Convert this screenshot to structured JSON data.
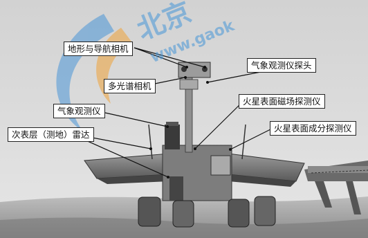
{
  "watermark": {
    "brand_text": "北京",
    "url_text": "www.gaok",
    "color": "#4a96d7"
  },
  "labels": {
    "terrain_nav_camera": "地形与导航相机",
    "multispectral_camera": "多光谱相机",
    "weather_probe": "气象观测仪探头",
    "weather_instrument": "气象观测仪",
    "magnetic_probe": "火星表面磁场探测仪",
    "subsurface_radar": "次表层（测地）雷达",
    "composition_probe": "火星表面成分探测仪"
  }
}
